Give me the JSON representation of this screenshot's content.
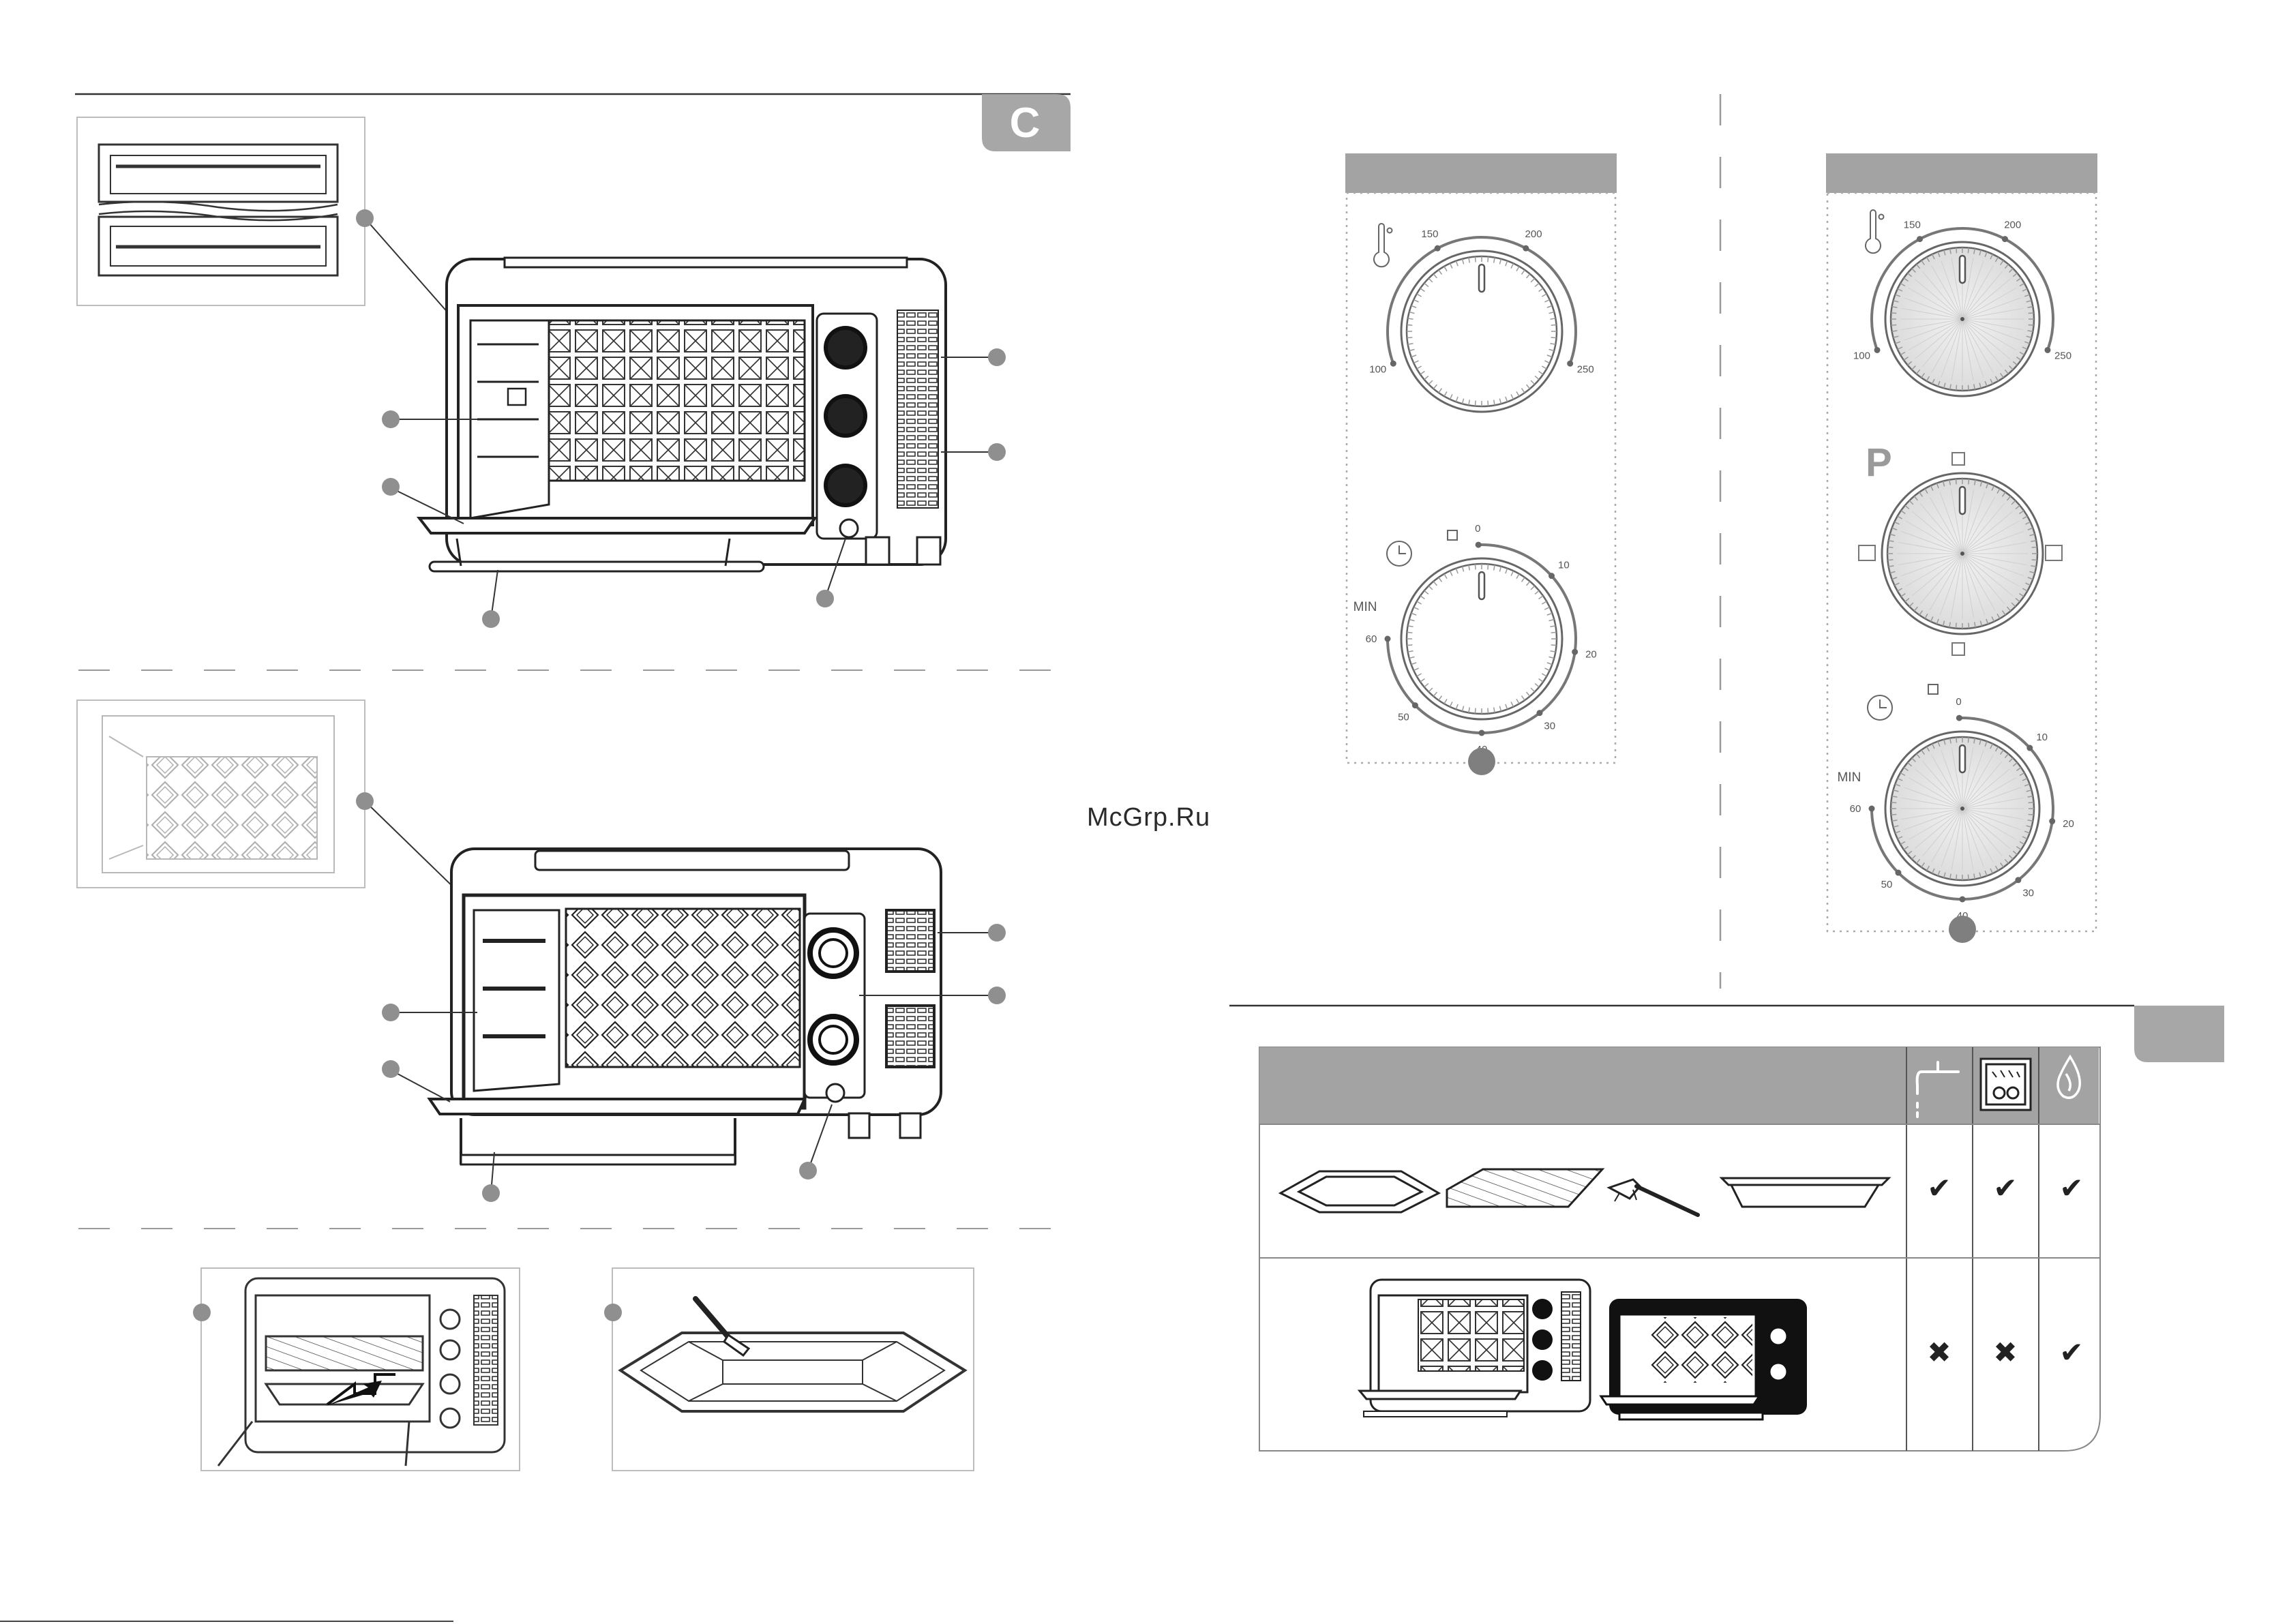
{
  "section_badge": "C",
  "watermark": "McGrp.Ru",
  "dials": {
    "temperature": {
      "ticks": [
        "100",
        "150",
        "200",
        "250"
      ]
    },
    "timer": {
      "min_label": "MIN",
      "ticks": [
        "0",
        "10",
        "20",
        "30",
        "40",
        "50",
        "60"
      ]
    },
    "program": {
      "label": "P"
    }
  },
  "care_table": {
    "icons": [
      "water-tap-icon",
      "dishwasher-icon",
      "cleaning-cloth-icon"
    ],
    "rows": [
      {
        "name": "accessories",
        "marks": [
          "✔",
          "✔",
          "✔"
        ]
      },
      {
        "name": "appliance",
        "marks": [
          "✖",
          "✖",
          "✔"
        ]
      }
    ]
  },
  "colors": {
    "grey_header": "#a3a3a3",
    "callout": "#8f8f8f",
    "line": "#333333"
  }
}
